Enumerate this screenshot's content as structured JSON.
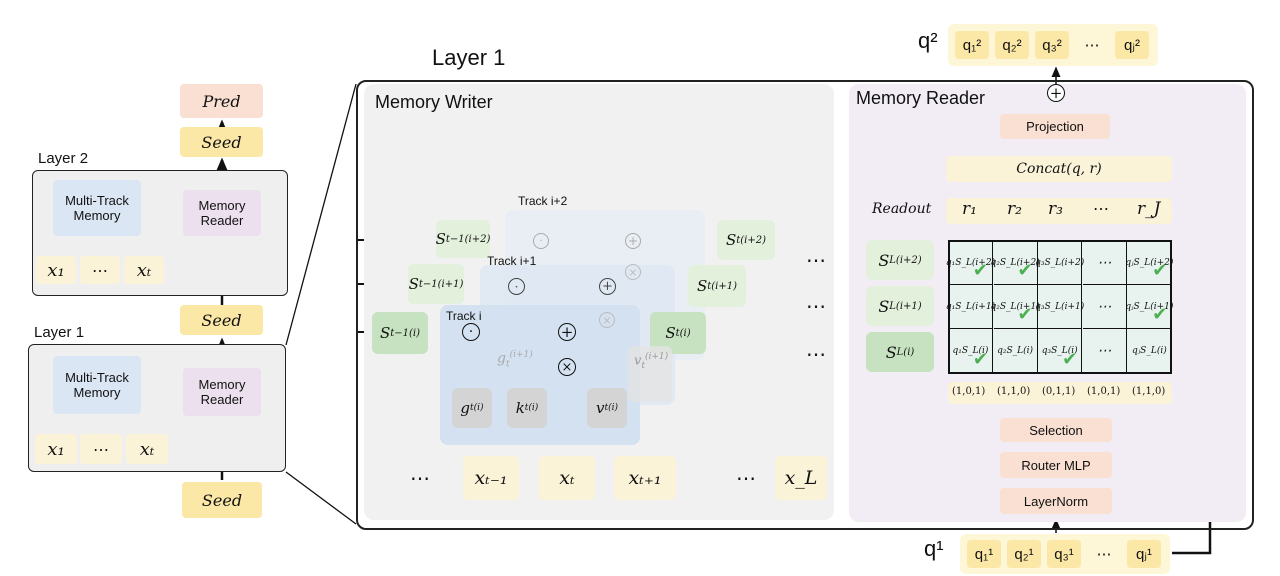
{
  "left": {
    "pred": "Pred",
    "seed": "Seed",
    "layer2_label": "Layer 2",
    "layer1_label": "Layer 1",
    "multi_track_memory": "Multi-Track Memory",
    "memory_reader": "Memory Reader",
    "x1": "x₁",
    "dots": "⋯",
    "xt": "xₜ"
  },
  "layer1_title": "Layer 1",
  "writer": {
    "title": "Memory Writer",
    "track_i": "Track i",
    "track_i1": "Track i+1",
    "track_i2": "Track i+2",
    "s_prev_i": "S(i) t−1",
    "s_prev_i1": "S(i+1) t−1",
    "s_prev_i2": "S(i+2) t−1",
    "s_i": "S(i) t",
    "s_i1": "S(i+1) t",
    "s_i2": "S(i+2) t",
    "g": "g(i) t",
    "k": "k(i) t",
    "v": "v(i) t",
    "ghost_g": "g(i+1) t",
    "ghost_v": "v(i+1) t",
    "inputs": [
      "⋯",
      "xₜ₋₁",
      "xₜ",
      "xₜ₊₁",
      "⋯",
      "x_L"
    ]
  },
  "reader": {
    "title": "Memory Reader",
    "projection": "Projection",
    "concat": "Concat(q, r)",
    "readout_label": "Readout",
    "readout": [
      "r₁",
      "r₂",
      "r₃",
      "⋯",
      "r_J"
    ],
    "sl": [
      "S_L (i+2)",
      "S_L (i+1)",
      "S_L (i)"
    ],
    "grid": [
      [
        "q₁S_L(i+2)",
        "q₂S_L(i+2)",
        "q₃S_L(i+2)",
        "⋯",
        "qⱼS_L(i+2)"
      ],
      [
        "q₁S_L(i+1)",
        "q₂S_L(i+1)",
        "q₃S_L(i+1)",
        "⋯",
        "qⱼS_L(i+1)"
      ],
      [
        "q₁S_L(i)",
        "q₂S_L(i)",
        "q₃S_L(i)",
        "⋯",
        "qⱼS_L(i)"
      ]
    ],
    "checked": [
      [
        true,
        true,
        false,
        false,
        true
      ],
      [
        false,
        true,
        false,
        false,
        true
      ],
      [
        true,
        false,
        true,
        false,
        false
      ]
    ],
    "selection_codes": [
      "(1,0,1)",
      "(1,1,0)",
      "(0,1,1)",
      "(1,0,1)",
      "(1,1,0)"
    ],
    "selection": "Selection",
    "router": "Router MLP",
    "layernorm": "LayerNorm"
  },
  "q2": {
    "label": "q²",
    "items": [
      "q₁²",
      "q₂²",
      "q₃²",
      "⋯",
      "qⱼ²"
    ]
  },
  "q1": {
    "label": "q¹",
    "items": [
      "q₁¹",
      "q₂¹",
      "q₃¹",
      "⋯",
      "qⱼ¹"
    ]
  },
  "colors": {
    "yellow": "#fbe7a6",
    "peach": "#f9e0d2",
    "lavender": "#ece0ee",
    "green": "#c7e2c0",
    "check": "#4caf50"
  }
}
